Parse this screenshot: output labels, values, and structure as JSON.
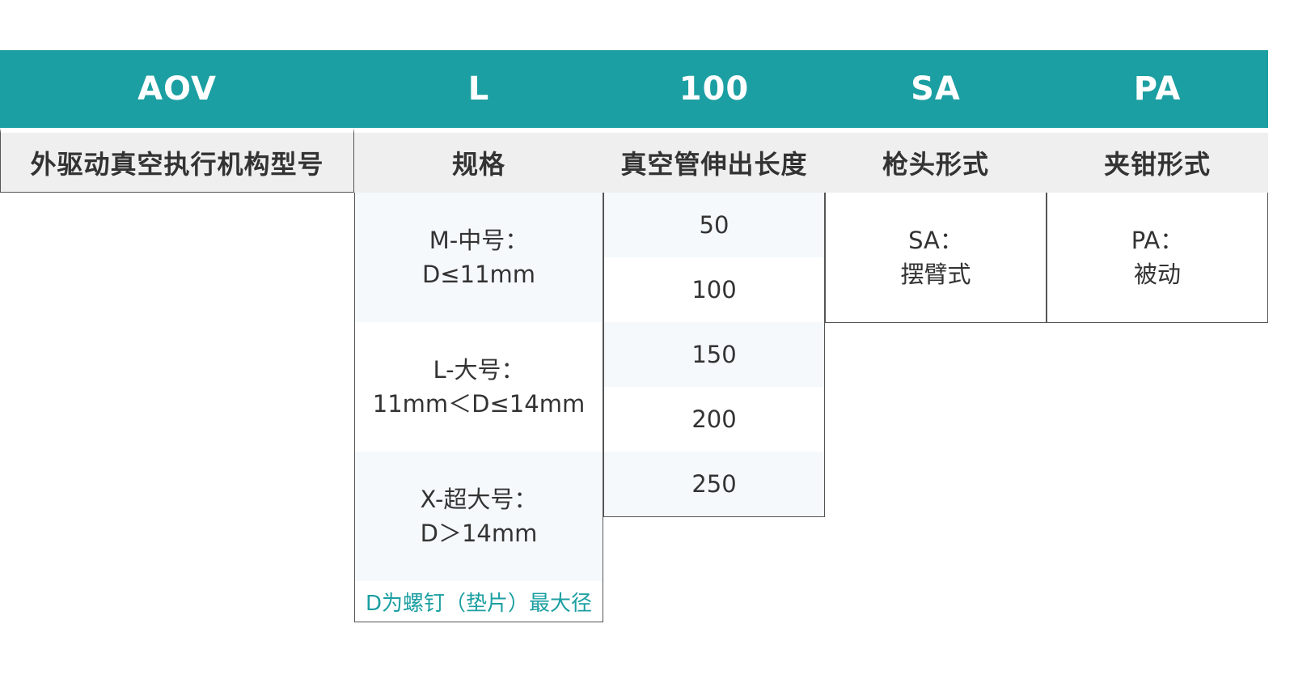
{
  "columns": [
    {
      "code": "AOV",
      "title": "外驱动真空执行机构型号"
    },
    {
      "code": "L",
      "title": "规格"
    },
    {
      "code": "100",
      "title": "真空管伸出长度"
    },
    {
      "code": "SA",
      "title": "枪头形式"
    },
    {
      "code": "PA",
      "title": "夹钳形式"
    }
  ],
  "spec": {
    "items": [
      {
        "line1": "M-中号：",
        "line2": "D≤11mm"
      },
      {
        "line1": "L-大号：",
        "line2": "11mm＜D≤14mm"
      },
      {
        "line1": "X-超大号：",
        "line2": "D＞14mm"
      }
    ],
    "note": "D为螺钉（垫片）最大径"
  },
  "lengths": [
    "50",
    "100",
    "150",
    "200",
    "250"
  ],
  "tip": {
    "line1": "SA：",
    "line2": "摆臂式"
  },
  "clamp": {
    "line1": "PA：",
    "line2": "被动"
  },
  "colors": {
    "header": "#1c9fa2",
    "subheader": "#efefef",
    "tint": "#f5f9fc",
    "note": "#1c9fa2"
  }
}
